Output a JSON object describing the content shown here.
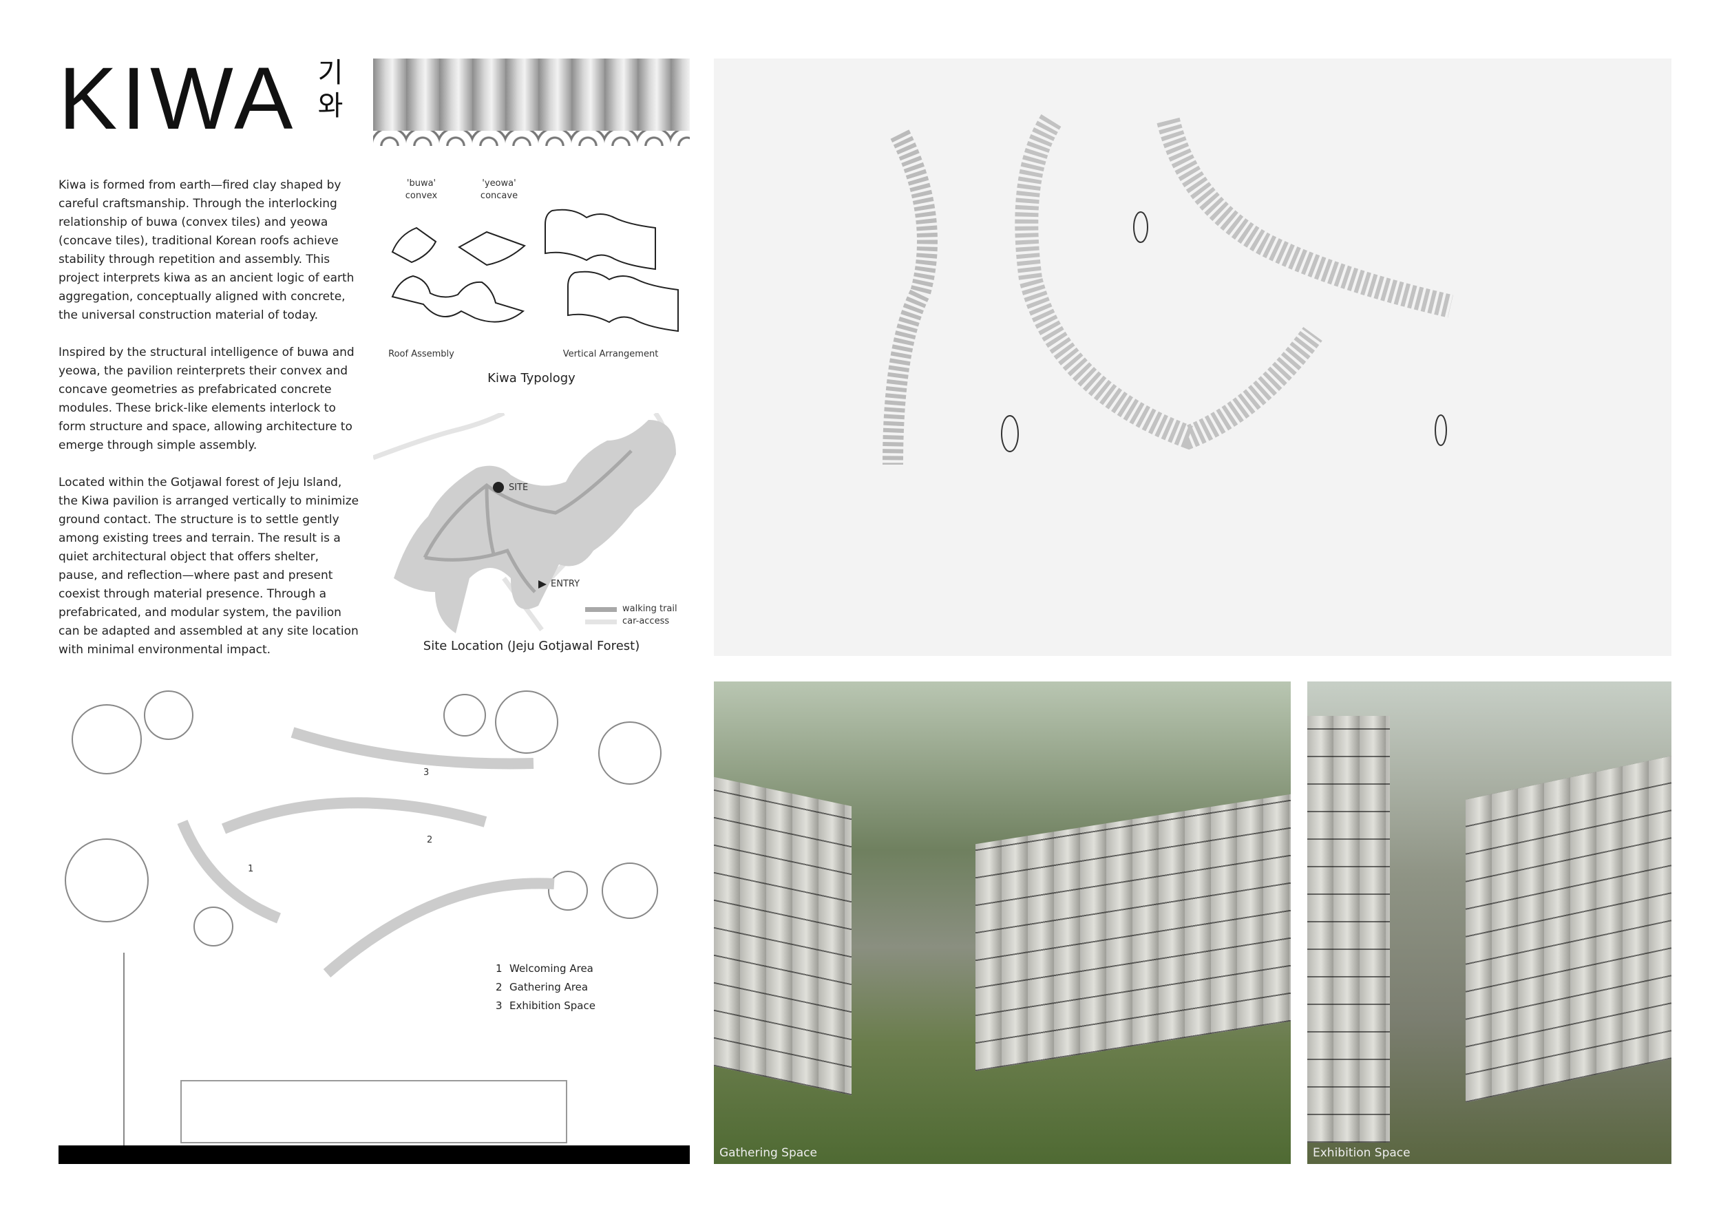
{
  "header": {
    "title": "KIWA",
    "korean_title": "기와"
  },
  "description": [
    "Kiwa is formed from earth—fired clay shaped by careful craftsmanship. Through the interlocking relationship of buwa (convex tiles) and yeowa (concave tiles), traditional Korean roofs achieve stability through repetition and assembly. This project interprets kiwa as an ancient logic of earth aggregation, conceptually aligned with concrete, the universal construction material of today.",
    "Inspired by the structural intelligence of buwa and yeowa, the pavilion reinterprets their convex and concave geometries as prefabricated concrete modules. These brick-like elements interlock to form structure and space, allowing architecture to emerge through simple assembly.",
    "Located within the Gotjawal forest of Jeju Island, the Kiwa pavilion is arranged vertically to minimize ground contact. The structure is to settle gently among existing trees and terrain. The result is a quiet architectural object that offers shelter, pause, and reflection—where past and present coexist through material presence. Through a prefabricated, and modular system, the pavilion can be adapted and assembled at any site location with minimal environmental impact."
  ],
  "typology": {
    "buwa_name": "'buwa'",
    "buwa_desc": "convex",
    "yeowa_name": "'yeowa'",
    "yeowa_desc": "concave",
    "roof_assembly": "Roof Assembly",
    "vertical_arrangement": "Vertical Arrangement",
    "caption": "Kiwa Typology"
  },
  "site_map": {
    "site_label": "SITE",
    "entry_label": "ENTRY",
    "legend": [
      {
        "label": "walking trail",
        "color": "#a8a8a8"
      },
      {
        "label": "car-access",
        "color": "#e4e4e4"
      }
    ],
    "caption": "Site Location (Jeju Gotjawal Forest)"
  },
  "plan": {
    "zones": [
      {
        "number": "1",
        "label": "Welcoming Area"
      },
      {
        "number": "2",
        "label": "Gathering Area"
      },
      {
        "number": "3",
        "label": "Exhibition Space"
      }
    ]
  },
  "renders": {
    "gathering": "Gathering Space",
    "exhibition": "Exhibition Space"
  }
}
